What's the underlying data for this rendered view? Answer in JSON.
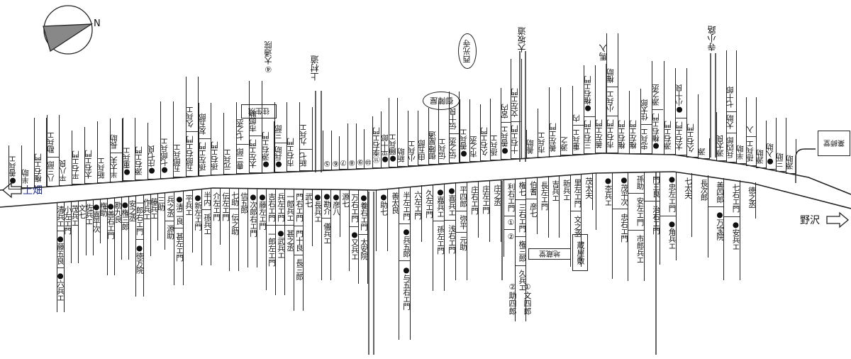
{
  "compass": {
    "label": "N"
  },
  "places": {
    "west": "上畑",
    "east": "野沢"
  },
  "roads": {
    "kamimura": "上村道",
    "osaka": "大坂道",
    "terakoji": "寺小路",
    "maniri": "馬入"
  },
  "landmarks": {
    "saikoji": "西光寺",
    "gojinya": "御陣屋",
    "kurayashiki": "蔵屋敷",
    "jizodo": "地蔵堂",
    "yakushido": "薬師堂",
    "ojoin": "往生院",
    "daitsuin": "④大通院"
  },
  "notes": {
    "sukeshiro": "②助四郎",
    "bunshiro": "①文四郎"
  },
  "lower_lots": [
    [
      [
        "清兵エ"
      ],
      [
        "●藤五良"
      ],
      [
        "●六兵エ"
      ]
    ],
    [
      [
        "小左エ門"
      ]
    ],
    [
      [
        "茂兵エ"
      ]
    ],
    [
      [
        "文七"
      ]
    ],
    [
      [
        "佐兵エ"
      ]
    ],
    [
      [
        "●喜平次"
      ]
    ],
    [
      [
        "権助"
      ]
    ],
    [
      [
        "●善右エ門"
      ]
    ],
    [
      [
        "勘九良"
      ]
    ],
    [
      [
        "●権三郎"
      ]
    ],
    [
      [
        "安之丞"
      ]
    ],
    [
      [
        "一郎右エ門"
      ],
      [
        "●徳方院"
      ]
    ],
    [
      [
        "作兵エ"
      ]
    ],
    [
      [
        "藤兵エ"
      ]
    ],
    [
      [
        "三助"
      ]
    ],
    [
      [
        "兵之丞"
      ],
      [
        "源助"
      ]
    ],
    [
      [
        "●清二良"
      ],
      [
        "甚左エ門"
      ]
    ],
    [
      [
        "平兵エ"
      ]
    ],
    [
      [
        "●新左エ門"
      ]
    ],
    [
      [
        "半内"
      ],
      [
        "孫兵エ"
      ]
    ],
    [
      [
        "介左エ門"
      ]
    ],
    [
      [
        "伝左エ門"
      ]
    ],
    [
      [
        "七助"
      ],
      [
        "伝之助"
      ]
    ],
    [
      [
        "信五郎"
      ]
    ],
    [
      [
        "●次郎右エ門"
      ]
    ],
    [
      [
        "●藤左エ門"
      ]
    ],
    [
      [
        "吉右エ門"
      ],
      [
        "一郎左エ門"
      ]
    ],
    [
      [
        "兵左エ門"
      ],
      [
        "●武兵エ"
      ]
    ],
    [
      [
        "一郎兵エ"
      ],
      [
        "甚之丞"
      ]
    ],
    [
      [
        "門右エ門"
      ],
      [
        "門十良"
      ],
      [
        "長三郎"
      ]
    ],
    [
      [
        "武七"
      ]
    ],
    [
      [
        "●長兵エ"
      ]
    ],
    [
      [
        "●勘介"
      ],
      [
        "儀兵エ"
      ]
    ],
    [
      [
        "●彦八"
      ]
    ],
    [
      [
        "源七"
      ]
    ],
    [
      [
        "万右エ門"
      ],
      [
        "●又兵エ"
      ]
    ],
    [
      [
        "●養右エ門"
      ],
      [
        "太安院"
      ]
    ],
    [
      [
        "●助七"
      ]
    ],
    [
      [
        "善太良"
      ]
    ],
    [
      [
        "半左エ門"
      ],
      [
        "●兵五郎"
      ],
      [
        "●与五右エ門"
      ]
    ],
    [
      [
        "六左エ門"
      ]
    ],
    [
      [
        "久左エ門"
      ]
    ],
    [
      [
        "●嘉兵エ"
      ],
      [
        "孫左エ門"
      ]
    ],
    [
      [
        "●喜兵エ"
      ],
      [
        "浅右エ門"
      ]
    ],
    [
      [
        "平四郎"
      ],
      [
        "弥平"
      ],
      [
        "元助"
      ]
    ],
    [
      [
        "庄右エ門"
      ]
    ],
    [
      [
        "庄左エ門"
      ]
    ],
    [
      [
        "庄之丞"
      ]
    ],
    [
      [
        "利右エ門"
      ],
      [
        "①"
      ],
      [
        "②"
      ]
    ],
    [
      [
        "権七"
      ],
      [
        "三右エ門"
      ],
      [
        "権三郎"
      ],
      [
        "久兵エ"
      ]
    ],
    [
      [
        "伯耆"
      ],
      [
        "彦七"
      ]
    ],
    [
      [
        "長左エ門"
      ]
    ],
    [
      [
        "吉兵エ"
      ]
    ],
    [
      [
        "新兵エ"
      ]
    ],
    [
      [
        "里左エ門"
      ],
      [
        "文之丞"
      ]
    ],
    [
      [
        "茂太夫"
      ]
    ],
    [
      [
        "●杢兵エ"
      ]
    ],
    [
      [
        "●茂平次"
      ],
      [
        "忠右エ門"
      ]
    ],
    [
      [
        "孫助"
      ],
      [
        "安左エ門"
      ],
      [
        "市郎兵エ"
      ]
    ],
    [
      [
        "門三良"
      ],
      [
        "治右エ門"
      ]
    ],
    [
      [
        "●忠左エ門"
      ],
      [
        "●角兵エ"
      ]
    ],
    [
      [
        "七太夫"
      ]
    ],
    [
      [
        "長次郎"
      ]
    ],
    [
      [
        "善四郎"
      ],
      [
        "●万宝院"
      ]
    ],
    [
      [
        "七右エ門"
      ],
      [
        "●安兵エ"
      ]
    ],
    [
      [
        "徳之丞"
      ]
    ]
  ],
  "upper_lots": [
    [
      [
        "●善兵エ"
      ]
    ],
    [
      [
        "半助"
      ]
    ],
    [
      [
        "権右エ門"
      ]
    ],
    [
      [
        "八三郎"
      ],
      [
        "勘兵エ"
      ]
    ],
    [
      [
        "平八良"
      ]
    ],
    [
      [
        "平右エ門"
      ]
    ],
    [
      [
        "太右エ門"
      ]
    ],
    [
      [
        "新兵エ"
      ]
    ],
    [
      [
        "半太夫"
      ],
      [
        "長助"
      ]
    ],
    [
      [
        "●重兵エ"
      ]
    ],
    [
      [
        "源右エ門"
      ]
    ],
    [
      [
        "●庄七良"
      ]
    ],
    [
      [
        "●七郎兵エ"
      ]
    ],
    [
      [
        "五郎兵エ"
      ]
    ],
    [
      [
        "五郎右エ門"
      ],
      [
        "久兵エ"
      ]
    ],
    [
      [
        "孫左エ門"
      ],
      [
        "友五郎"
      ]
    ],
    [
      [
        "孫右エ門"
      ]
    ],
    [
      [
        "元兵エ"
      ]
    ],
    [
      [
        "豊三郎"
      ],
      [
        "七之丞"
      ]
    ],
    [
      [
        "太左エ門"
      ],
      [
        "市郎助"
      ]
    ],
    [
      [
        "●源右エ門"
      ]
    ],
    [
      [
        "●兵助"
      ],
      [
        "三郎"
      ]
    ],
    [
      [
        "市右エ門"
      ]
    ],
    [
      [
        "新七"
      ],
      [
        "九兵エ"
      ]
    ],
    [
      [
        "⑤"
      ]
    ],
    [
      [
        "⑥"
      ]
    ],
    [
      [
        "⑦"
      ]
    ],
    [
      [
        "⑧"
      ]
    ],
    [
      [
        "⑨"
      ]
    ],
    [
      [
        "⑩"
      ]
    ],
    [
      [
        "⑪李右エ門"
      ]
    ],
    [
      [
        "●平十郎"
      ]
    ],
    [
      [
        "●願兵エ"
      ]
    ],
    [
      [
        "新助"
      ]
    ],
    [
      [
        "小兵エ"
      ]
    ],
    [
      [
        "由五郎"
      ]
    ],
    [
      [
        "御陣屋通"
      ]
    ],
    [
      [
        "伝兵エ"
      ]
    ],
    [
      [
        "伝之丞"
      ],
      [
        "伝十良"
      ]
    ],
    [
      [
        "●善兵エ"
      ]
    ],
    [
      [
        "市之丞"
      ]
    ],
    [
      [
        "久右エ門"
      ]
    ],
    [
      [
        "孫兵エ"
      ]
    ],
    [
      [
        "●善兵エ"
      ],
      [
        "宮内"
      ]
    ],
    [
      [
        "十右エ門"
      ],
      [
        "文左エ門"
      ]
    ],
    [
      [
        "善助"
      ]
    ],
    [
      [
        "市兵エ"
      ]
    ],
    [
      [
        "善左エ門"
      ]
    ],
    [
      [
        "源之"
      ]
    ],
    [
      [
        "重兵エ"
      ],
      [
        "内"
      ]
    ],
    [
      [
        "三右エ門"
      ],
      [
        "●権右エ門"
      ]
    ],
    [
      [
        "善左エ門"
      ]
    ],
    [
      [
        "市右エ門"
      ],
      [
        "小兵エ"
      ],
      [
        "権助"
      ]
    ],
    [
      [
        "権右エ門"
      ]
    ],
    [
      [
        "権左エ門"
      ]
    ],
    [
      [
        "忠兵エ"
      ],
      [
        "住太郎"
      ]
    ],
    [
      [
        "●権右エ門"
      ],
      [
        "源之丞"
      ]
    ],
    [
      [
        "源右エ門"
      ]
    ],
    [
      [
        "太右エ門"
      ],
      [
        "●小十良"
      ]
    ],
    [
      [
        "久右エ門"
      ]
    ],
    [
      [
        "源"
      ]
    ],
    [
      [
        "源太良"
      ]
    ],
    [
      [
        "兵四郎"
      ],
      [
        "大助"
      ],
      [
        "七十郎"
      ]
    ],
    [
      [
        "半助"
      ]
    ],
    [
      [
        "孫兵エ"
      ],
      [
        "入"
      ]
    ],
    [
      [
        "源助"
      ]
    ],
    [
      [
        "●入助"
      ]
    ],
    [
      [
        "三助"
      ]
    ],
    [
      [
        "源助"
      ]
    ]
  ]
}
